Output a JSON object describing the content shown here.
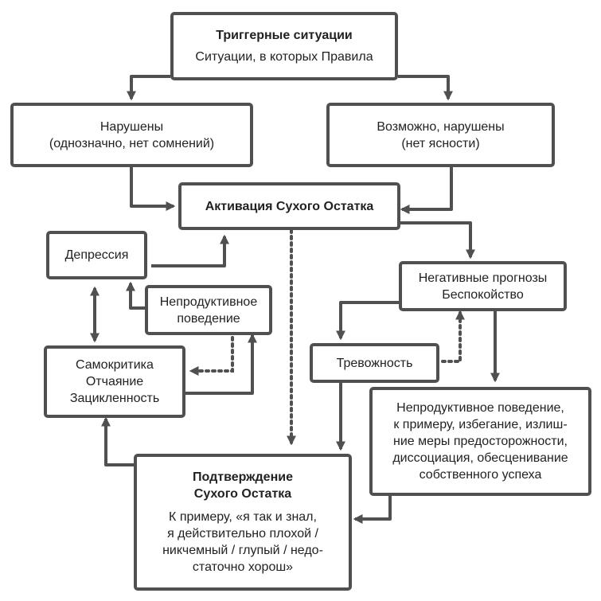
{
  "nodes": {
    "triggers": {
      "title": "Триггерные ситуации",
      "text": "Ситуации, в которых Правила"
    },
    "violated": {
      "line1": "Нарушены",
      "line2": "(однозначно, нет сомнений)"
    },
    "maybe": {
      "line1": "Возможно, нарушены",
      "line2": "(нет ясности)"
    },
    "activation": {
      "title": "Активация Сухого Остатка"
    },
    "depression": {
      "text": "Депрессия"
    },
    "unproductive_left": {
      "line1": "Непродуктивное",
      "line2": "поведение"
    },
    "self_criticism": {
      "line1": "Самокритика",
      "line2": "Отчаяние",
      "line3": "Зацикленность"
    },
    "negative": {
      "line1": "Негативные прогнозы",
      "line2": "Беспокойство"
    },
    "anxiety": {
      "text": "Тревожность"
    },
    "unproductive_right": {
      "line1": "Непродуктивное поведение,",
      "line2": "к примеру, избегание, излиш-",
      "line3": "ние меры предосторожности,",
      "line4": "диссоциация, обесценивание",
      "line5": "собственного успеха"
    },
    "confirmation": {
      "title1": "Подтверждение",
      "title2": "Сухого Остатка",
      "line1": "К примеру, «я так и знал,",
      "line2": "я действительно плохой /",
      "line3": "никчемный / глупый / недо-",
      "line4": "статочно хорош»"
    }
  }
}
